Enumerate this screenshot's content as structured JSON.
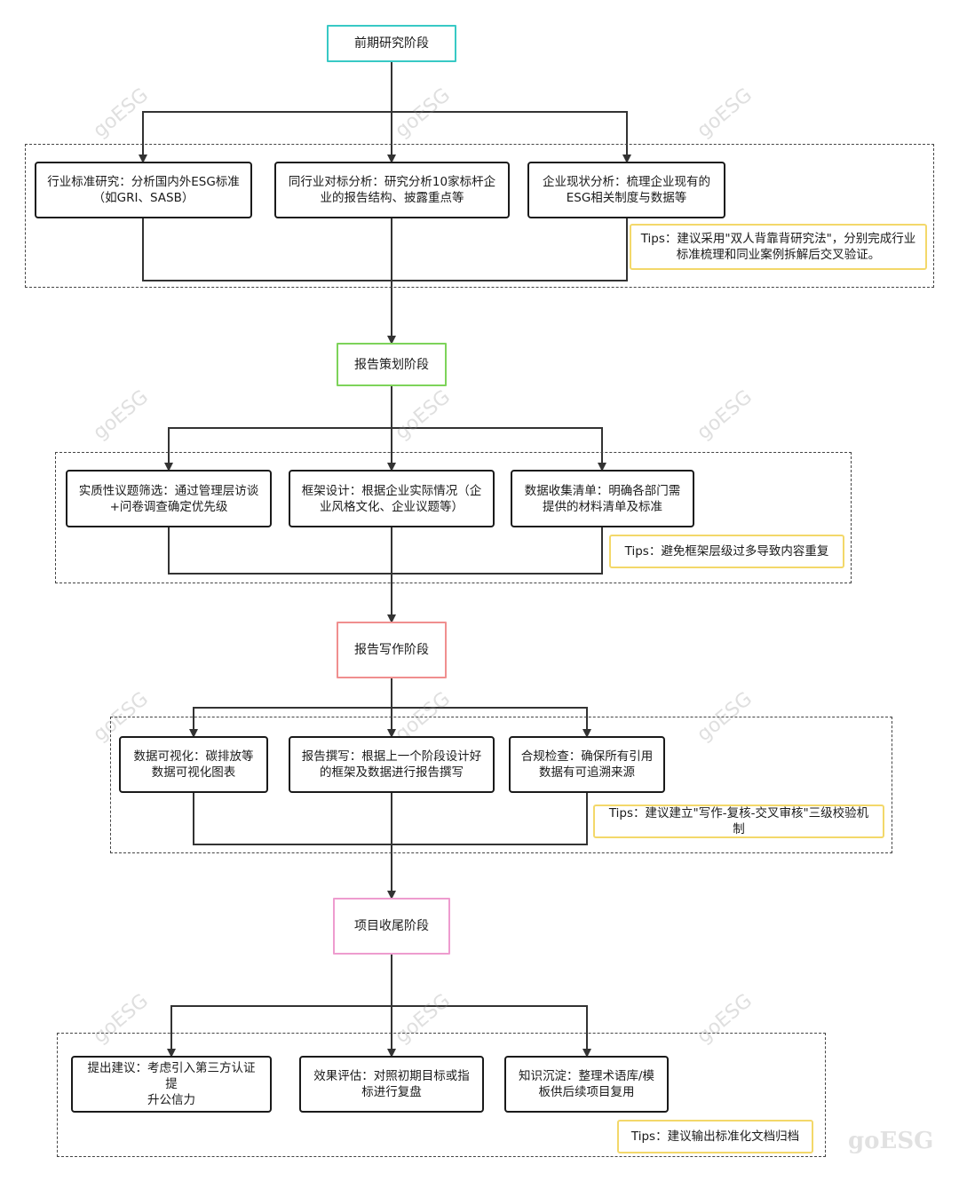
{
  "watermark": "goESG",
  "stages": [
    {
      "label": "前期研究阶段",
      "color": "#38c9c5"
    },
    {
      "label": "报告策划阶段",
      "color": "#7dd35a"
    },
    {
      "label": "报告写作阶段",
      "color": "#f08f8f"
    },
    {
      "label": "项目收尾阶段",
      "color": "#ee9ccf"
    }
  ],
  "groups": [
    {
      "steps": [
        "行业标准研究：分析国内外ESG标准\n（如GRI、SASB）",
        "同行业对标分析：研究分析10家标杆企\n业的报告结构、披露重点等",
        "企业现状分析：梳理企业现有的\nESG相关制度与数据等"
      ],
      "tip": "Tips：建议采用\"双人背靠背研究法\"，分别完成行业\n标准梳理和同业案例拆解后交叉验证。"
    },
    {
      "steps": [
        "实质性议题筛选：通过管理层访谈\n+问卷调查确定优先级",
        "框架设计：根据企业实际情况（企\n业风格文化、企业议题等）",
        "数据收集清单：明确各部门需\n提供的材料清单及标准"
      ],
      "tip": "Tips：避免框架层级过多导致内容重复"
    },
    {
      "steps": [
        "数据可视化：碳排放等\n数据可视化图表",
        "报告撰写：根据上一个阶段设计好\n的框架及数据进行报告撰写",
        "合规检查：确保所有引用\n数据有可追溯来源"
      ],
      "tip": "Tips：建议建立\"写作-复核-交叉审核\"三级校验机制"
    },
    {
      "steps": [
        "提出建议：考虑引入第三方认证提\n升公信力",
        "效果评估：对照初期目标或指\n标进行复盘",
        "知识沉淀：整理术语库/模\n板供后续项目复用"
      ],
      "tip": "Tips：建议输出标准化文档归档"
    }
  ]
}
